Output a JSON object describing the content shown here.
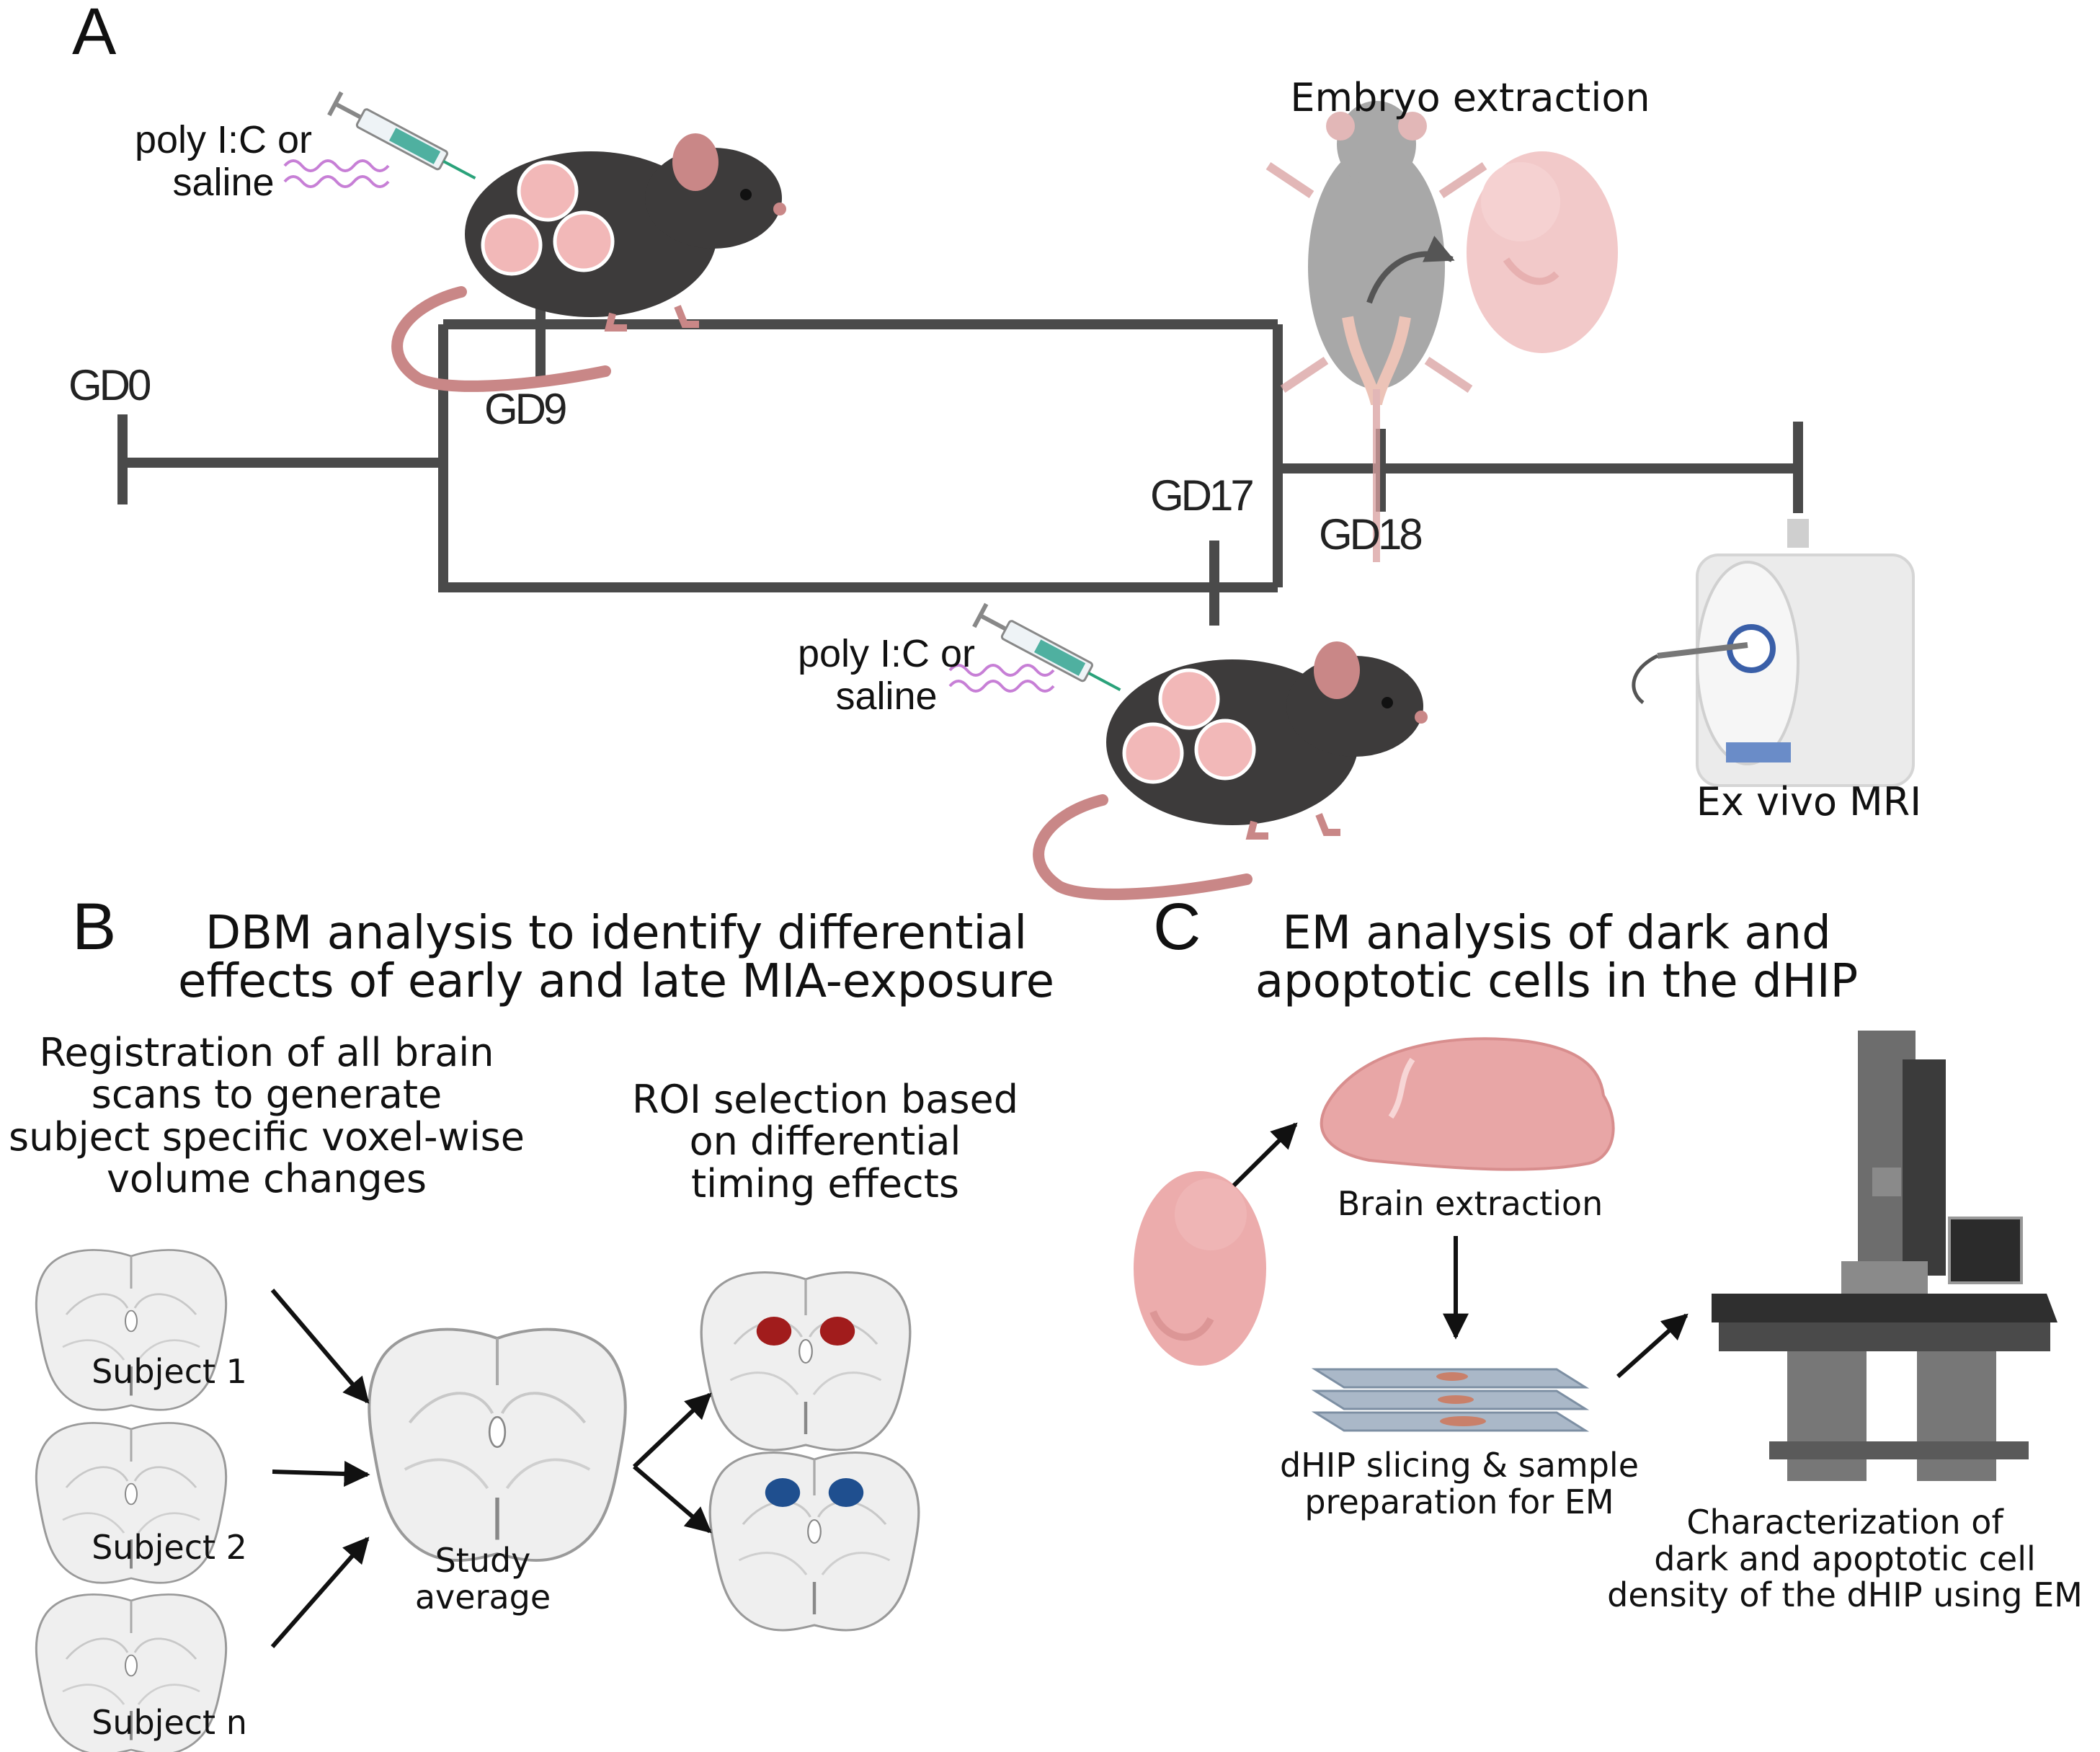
{
  "panels": {
    "a": {
      "letter": "A",
      "timepoints": {
        "gd0": "GD0",
        "gd9": "GD9",
        "gd17": "GD17",
        "gd18": "GD18"
      },
      "injection_label_early": "poly I:C or\nsaline",
      "injection_label_late": "poly I:C or\nsaline",
      "embryo_extraction": "Embryo extraction",
      "mri": "Ex vivo MRI"
    },
    "b": {
      "letter": "B",
      "title": "DBM analysis to identify differential\neffects of early and late MIA-exposure",
      "registration_text": "Registration of all brain\nscans to generate\nsubject specific voxel-wise\nvolume changes",
      "roi_text": "ROI selection based\non differential\ntiming effects",
      "subjects": [
        "Subject 1",
        "Subject 2",
        "Subject n"
      ],
      "study_average": "Study\naverage"
    },
    "c": {
      "letter": "C",
      "title": "EM analysis of dark and\napoptotic cells in the dHIP",
      "brain_extraction": "Brain extraction",
      "slicing": "dHIP slicing & sample\npreparation for EM",
      "characterization": "Characterization of\ndark and apoptotic cell\ndensity of the dHIP using EM"
    }
  },
  "colors": {
    "timeline": "#4a4a4a",
    "mouse_body": "#3d3b3b",
    "embryo_pink": "#e8a8a8",
    "roi_red": "#a11c1c",
    "roi_blue": "#1f4f8f",
    "wave": "#c77fd6"
  }
}
